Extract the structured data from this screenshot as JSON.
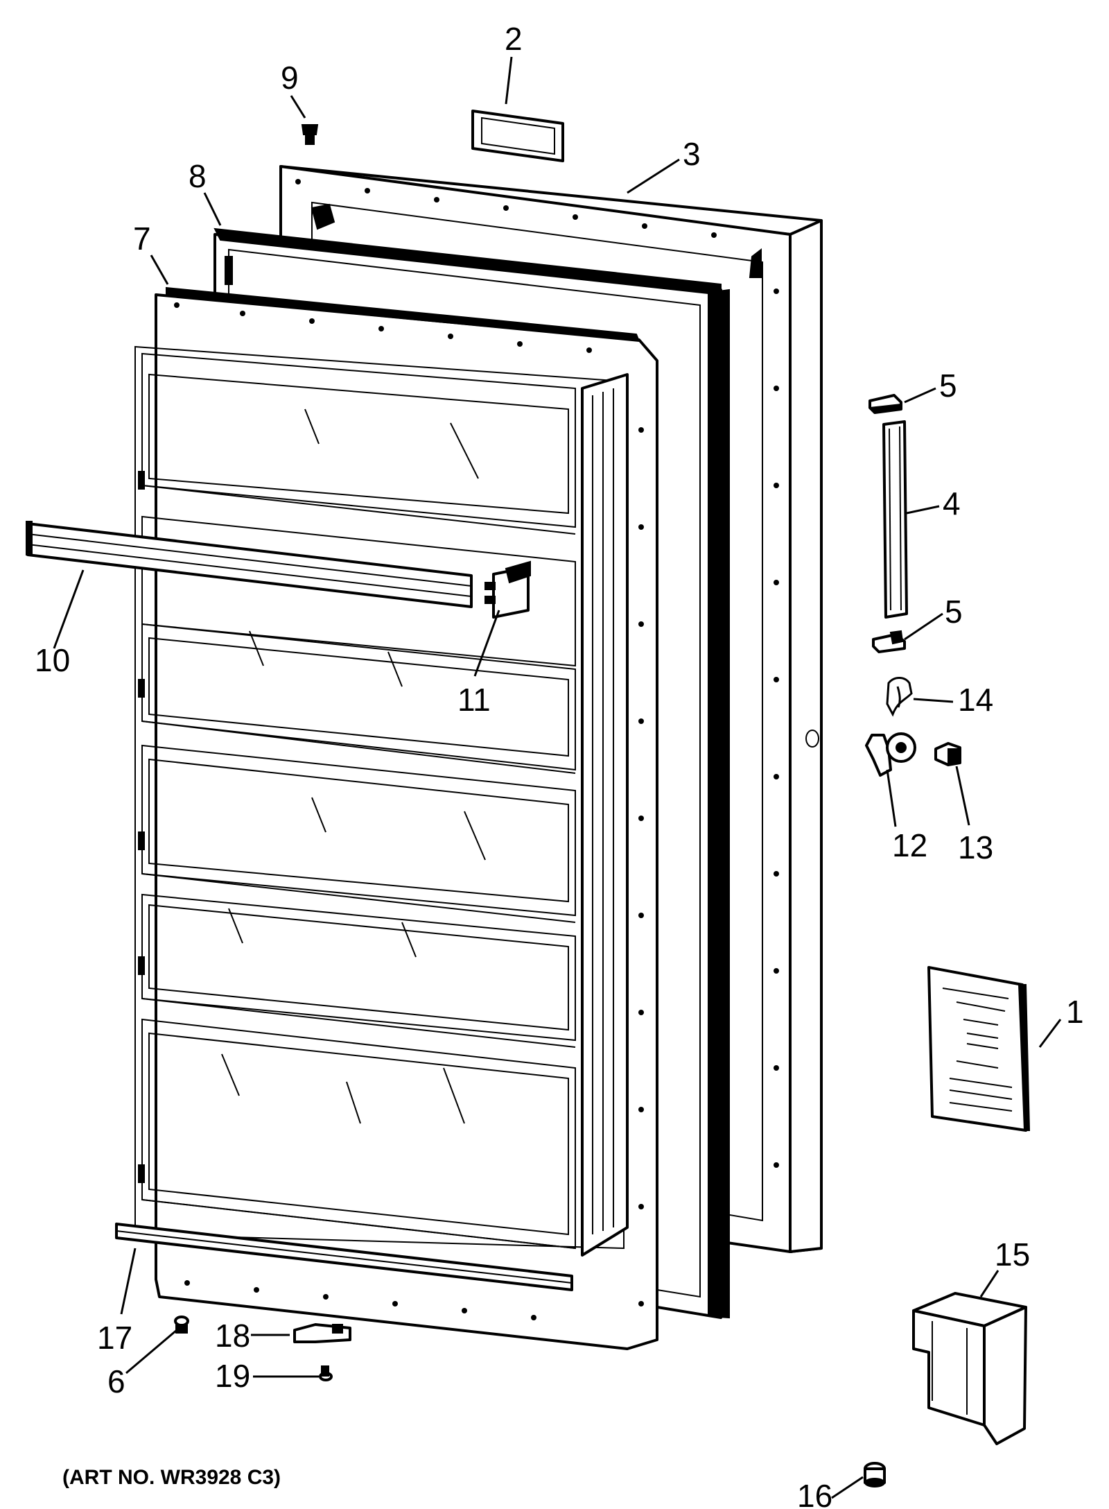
{
  "callouts": [
    {
      "id": "c1",
      "label": "1"
    },
    {
      "id": "c2",
      "label": "2"
    },
    {
      "id": "c3",
      "label": "3"
    },
    {
      "id": "c4",
      "label": "4"
    },
    {
      "id": "c5a",
      "label": "5"
    },
    {
      "id": "c5b",
      "label": "5"
    },
    {
      "id": "c6",
      "label": "6"
    },
    {
      "id": "c7",
      "label": "7"
    },
    {
      "id": "c8",
      "label": "8"
    },
    {
      "id": "c9",
      "label": "9"
    },
    {
      "id": "c10",
      "label": "10"
    },
    {
      "id": "c11",
      "label": "11"
    },
    {
      "id": "c12",
      "label": "12"
    },
    {
      "id": "c13",
      "label": "13"
    },
    {
      "id": "c14",
      "label": "14"
    },
    {
      "id": "c15",
      "label": "15"
    },
    {
      "id": "c16",
      "label": "16"
    },
    {
      "id": "c17",
      "label": "17"
    },
    {
      "id": "c18",
      "label": "18"
    },
    {
      "id": "c19",
      "label": "19"
    }
  ],
  "art_number": "(ART NO. WR3928 C3)"
}
